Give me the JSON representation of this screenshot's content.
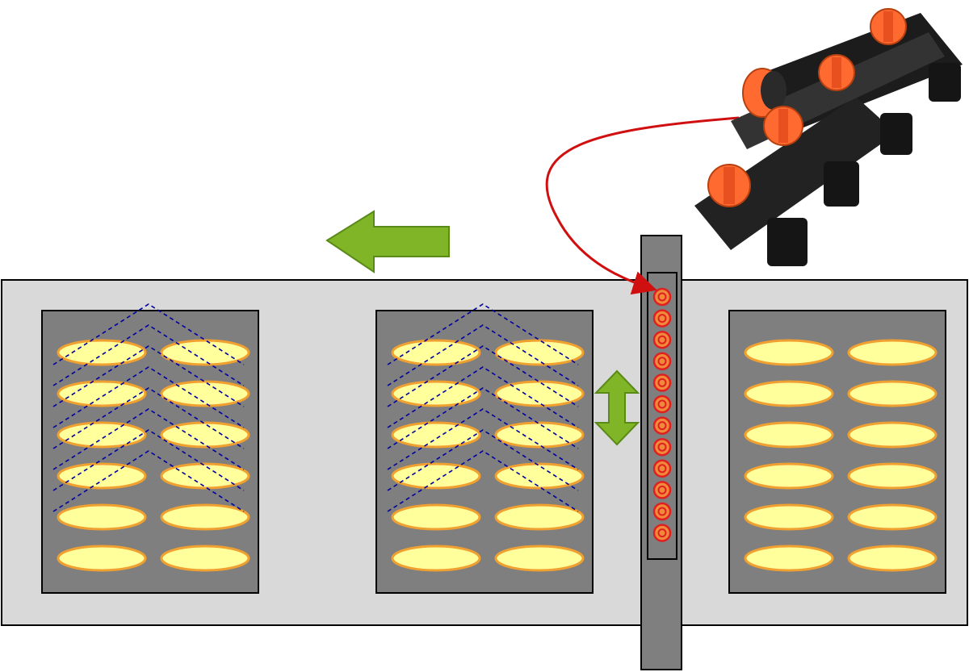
{
  "colors": {
    "conveyor": "#d9d9d9",
    "conveyor_edge": "#000000",
    "tray": "#7f7f7f",
    "cake_fill": "#ffff9c",
    "cake_edge": "#f0a030",
    "spray_line": "#0000a0",
    "arrow_green": "#7fb526",
    "arrow_green_edge": "#5a8a18",
    "bar_dark": "#7f7f7f",
    "nozzle_red": "#e02020",
    "nozzle_ring": "#f08a3a",
    "pointer_red": "#d01010",
    "manifold_body": "#1c1c1c",
    "valve_orange": "#ff6a30"
  },
  "icons": {
    "move_left": "left-arrow-icon",
    "move_vertical": "up-down-arrow-icon",
    "hose_splitter": "hose-splitter-icon"
  },
  "diagram": {
    "trays": [
      {
        "id": "tray-left",
        "cake_rows": 6,
        "cake_cols": 2,
        "sprayed": true
      },
      {
        "id": "tray-middle",
        "cake_rows": 6,
        "cake_cols": 2,
        "sprayed": true
      },
      {
        "id": "tray-right",
        "cake_rows": 6,
        "cake_cols": 2,
        "sprayed": false
      }
    ],
    "spray_bar": {
      "nozzle_count": 12
    },
    "conveyor_direction": "left",
    "spray_bar_motion": "vertical"
  }
}
